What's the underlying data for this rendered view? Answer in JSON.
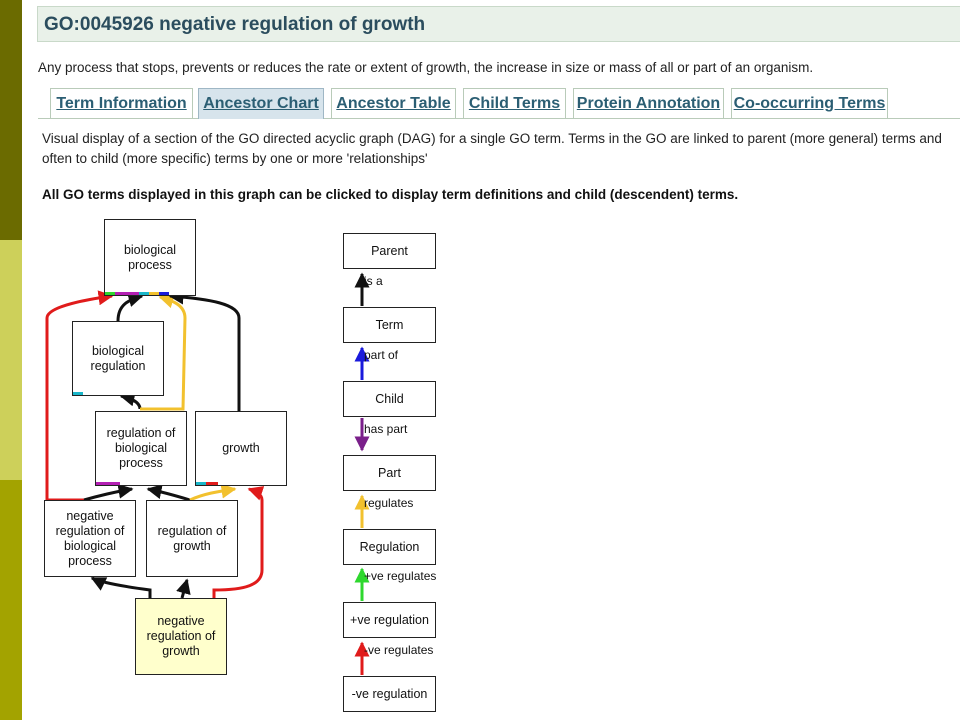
{
  "header": {
    "title": "GO:0045926 negative regulation of growth",
    "definition": "Any process that stops, prevents or reduces the rate or extent of growth, the increase in size or mass of all or part of an organism."
  },
  "tabs": [
    {
      "label": "Term Information",
      "active": false
    },
    {
      "label": "Ancestor Chart",
      "active": true
    },
    {
      "label": "Ancestor Table",
      "active": false
    },
    {
      "label": "Child Terms",
      "active": false
    },
    {
      "label": "Protein Annotation",
      "active": false
    },
    {
      "label": "Co-occurring Terms",
      "active": false
    }
  ],
  "content": {
    "visual_description": "Visual display of a section of the GO directed acyclic graph (DAG) for a single GO term. Terms in the GO are linked to parent (more general) terms and often to child (more specific) terms by one or more 'relationships'",
    "all_terms_note": "All GO terms displayed in this graph can be clicked to display term definitions and child (descendent) terms."
  },
  "graph": {
    "nodes": [
      {
        "id": "biological_process",
        "label": "biological\nprocess",
        "focus": false
      },
      {
        "id": "biological_regulation",
        "label": "biological\nregulation",
        "focus": false
      },
      {
        "id": "regulation_of_biological_process",
        "label": "regulation of\nbiological\nprocess",
        "focus": false
      },
      {
        "id": "growth",
        "label": "growth",
        "focus": false
      },
      {
        "id": "negative_regulation_of_biological_process",
        "label": "negative\nregulation of\nbiological\nprocess",
        "focus": false
      },
      {
        "id": "regulation_of_growth",
        "label": "regulation of\ngrowth",
        "focus": false
      },
      {
        "id": "negative_regulation_of_growth",
        "label": "negative\nregulation of\ngrowth",
        "focus": true
      }
    ],
    "edges": [
      {
        "from": "biological_regulation",
        "to": "biological_process",
        "relation": "is_a"
      },
      {
        "from": "regulation_of_biological_process",
        "to": "biological_regulation",
        "relation": "is_a"
      },
      {
        "from": "regulation_of_biological_process",
        "to": "biological_process",
        "relation": "regulates"
      },
      {
        "from": "growth",
        "to": "biological_process",
        "relation": "is_a"
      },
      {
        "from": "negative_regulation_of_biological_process",
        "to": "regulation_of_biological_process",
        "relation": "is_a"
      },
      {
        "from": "negative_regulation_of_biological_process",
        "to": "biological_process",
        "relation": "negatively_regulates"
      },
      {
        "from": "regulation_of_growth",
        "to": "regulation_of_biological_process",
        "relation": "is_a"
      },
      {
        "from": "regulation_of_growth",
        "to": "growth",
        "relation": "regulates"
      },
      {
        "from": "negative_regulation_of_growth",
        "to": "negative_regulation_of_biological_process",
        "relation": "is_a"
      },
      {
        "from": "negative_regulation_of_growth",
        "to": "regulation_of_growth",
        "relation": "is_a"
      },
      {
        "from": "negative_regulation_of_growth",
        "to": "growth",
        "relation": "negatively_regulates"
      }
    ]
  },
  "legend": {
    "nodes": [
      "Parent",
      "Term",
      "Child",
      "Part",
      "Regulation",
      "+ve regulation",
      "-ve regulation"
    ],
    "relations": [
      {
        "label": "is a",
        "color": "#111111"
      },
      {
        "label": "part of",
        "color": "#1a1adc"
      },
      {
        "label": "has part",
        "color": "#7a1f8a"
      },
      {
        "label": "regulates",
        "color": "#f2c12e"
      },
      {
        "label": "+ve regulates",
        "color": "#2ed82e"
      },
      {
        "label": "-ve regulates",
        "color": "#e01b1b"
      }
    ]
  },
  "colors": {
    "is_a": "#111111",
    "part_of": "#1a1adc",
    "has_part": "#7a1f8a",
    "regulates": "#f2c12e",
    "positively_regulates": "#2ed82e",
    "negatively_regulates": "#e01b1b",
    "strip_cyan": "#19b6c9",
    "strip_magenta": "#b31fb3",
    "focus_fill": "#ffffcc"
  }
}
